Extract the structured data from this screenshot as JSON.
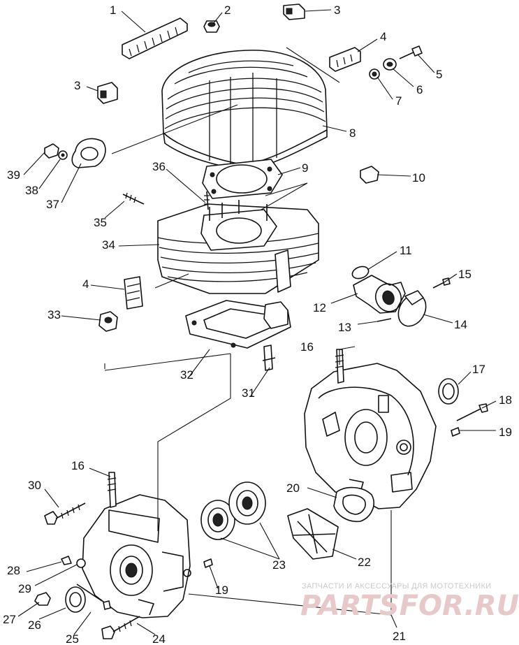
{
  "callouts": [
    {
      "id": "c1",
      "text": "1"
    },
    {
      "id": "c2",
      "text": "2"
    },
    {
      "id": "c3a",
      "text": "3"
    },
    {
      "id": "c3b",
      "text": "3"
    },
    {
      "id": "c4a",
      "text": "4"
    },
    {
      "id": "c4b",
      "text": "4"
    },
    {
      "id": "c5",
      "text": "5"
    },
    {
      "id": "c6",
      "text": "6"
    },
    {
      "id": "c7",
      "text": "7"
    },
    {
      "id": "c8",
      "text": "8"
    },
    {
      "id": "c9",
      "text": "9"
    },
    {
      "id": "c10",
      "text": "10"
    },
    {
      "id": "c11",
      "text": "11"
    },
    {
      "id": "c12",
      "text": "12"
    },
    {
      "id": "c13",
      "text": "13"
    },
    {
      "id": "c14",
      "text": "14"
    },
    {
      "id": "c15",
      "text": "15"
    },
    {
      "id": "c16a",
      "text": "16"
    },
    {
      "id": "c16b",
      "text": "16"
    },
    {
      "id": "c17",
      "text": "17"
    },
    {
      "id": "c18",
      "text": "18"
    },
    {
      "id": "c19a",
      "text": "19"
    },
    {
      "id": "c19b",
      "text": "19"
    },
    {
      "id": "c20",
      "text": "20"
    },
    {
      "id": "c21",
      "text": "21"
    },
    {
      "id": "c22",
      "text": "22"
    },
    {
      "id": "c23",
      "text": "23"
    },
    {
      "id": "c24",
      "text": "24"
    },
    {
      "id": "c25",
      "text": "25"
    },
    {
      "id": "c26",
      "text": "26"
    },
    {
      "id": "c27",
      "text": "27"
    },
    {
      "id": "c28",
      "text": "28"
    },
    {
      "id": "c29",
      "text": "29"
    },
    {
      "id": "c30",
      "text": "30"
    },
    {
      "id": "c31",
      "text": "31"
    },
    {
      "id": "c32",
      "text": "32"
    },
    {
      "id": "c33",
      "text": "33"
    },
    {
      "id": "c34",
      "text": "34"
    },
    {
      "id": "c35",
      "text": "35"
    },
    {
      "id": "c36",
      "text": "36"
    },
    {
      "id": "c37",
      "text": "37"
    },
    {
      "id": "c38",
      "text": "38"
    },
    {
      "id": "c39",
      "text": "39"
    }
  ],
  "watermark": {
    "caption": "ЗАПЧАСТИ И АКСЕССУАРЫ ДЛЯ МОТОТЕХНИКИ",
    "logo": "PARTSFOR.RU"
  },
  "colors": {
    "ink": "#111111",
    "background": "#ffffff",
    "watermark_logo": "#e7c9c9",
    "watermark_caption": "#c9c9c9"
  }
}
